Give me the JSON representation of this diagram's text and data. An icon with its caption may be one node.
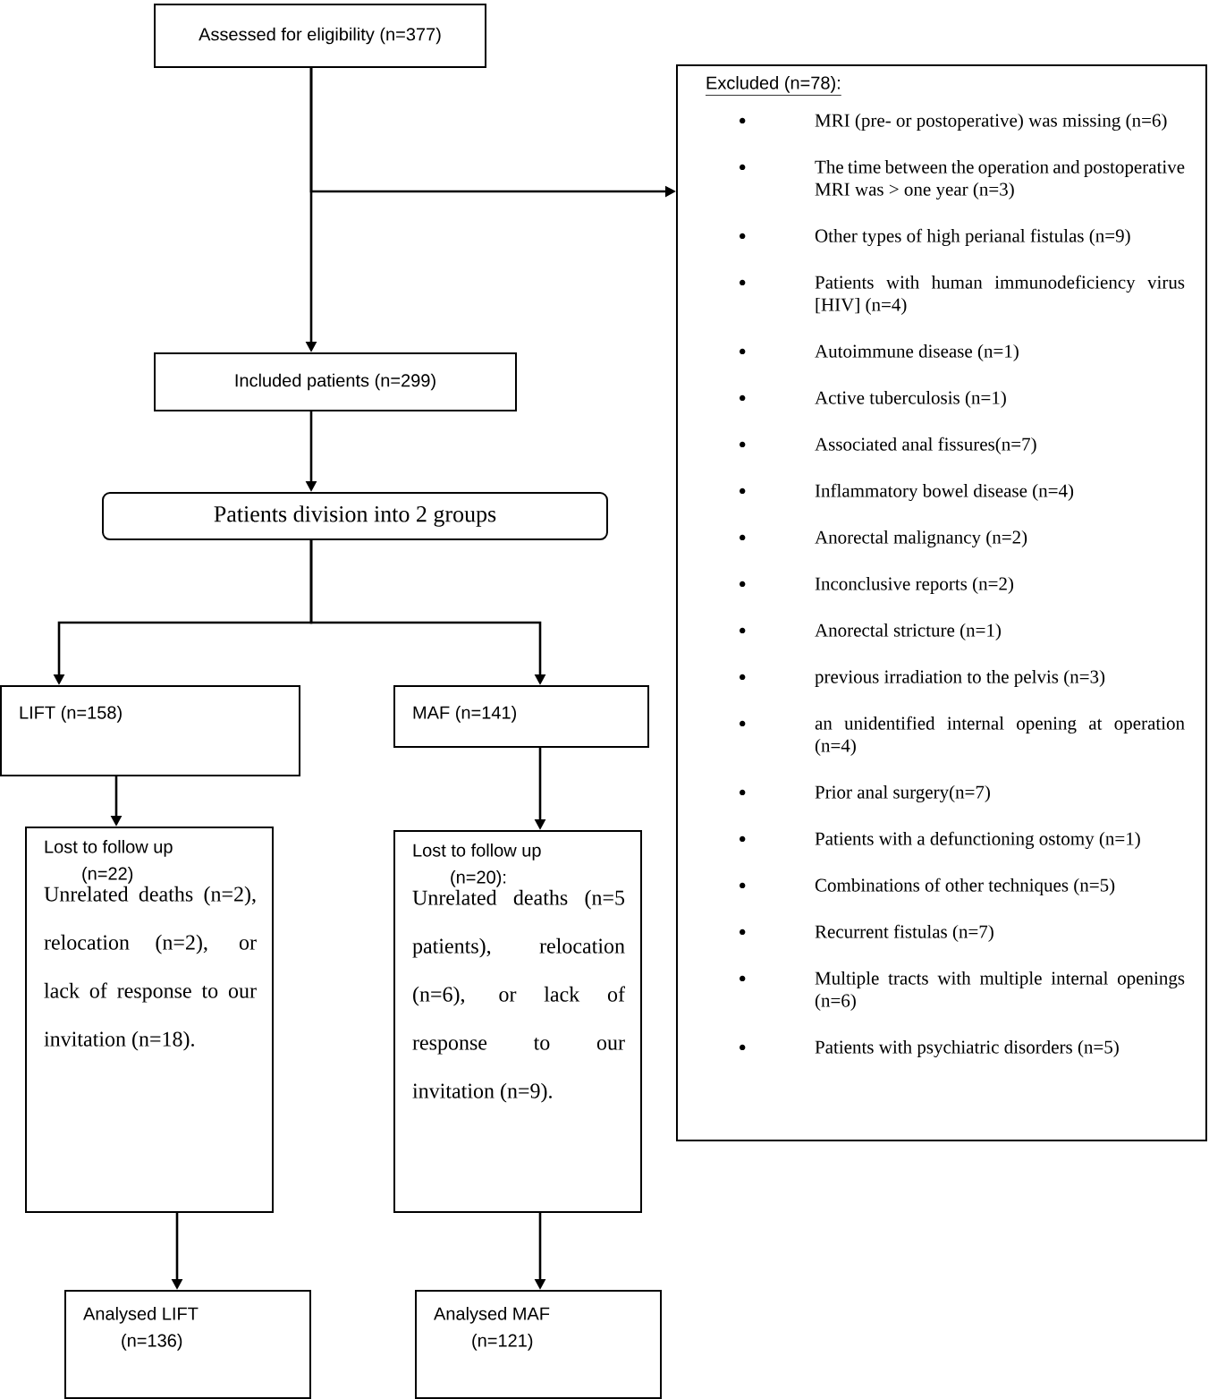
{
  "diagram": {
    "nodes": [
      {
        "text": [
          "Assessed for eligibility (n=377)"
        ]
      },
      {
        "text": [
          "Excluded (n=78):",
          "MRI (pre- or postoperative) was missing (n=6)",
          "The time between the operation and postoperative MRI was > one year (n=3)",
          "Other types of high perianal fistulas (n=9)",
          "Patients with human immunodeficiency virus [HIV] (n=4)",
          "Autoimmune disease (n=1)",
          "Active tuberculosis (n=1)",
          "Associated anal fissures(n=7)",
          "Inflammatory bowel disease (n=4)",
          "Anorectal malignancy (n=2)",
          "Inconclusive reports (n=2)",
          "Anorectal stricture (n=1)",
          "previous irradiation to the pelvis (n=3)",
          "an unidentified internal opening at operation (n=4)",
          "Prior anal surgery(n=7)",
          "Patients with a defunctioning ostomy (n=1)",
          "Combinations of other techniques (n=5)",
          "Recurrent fistulas (n=7)",
          "Multiple tracts with multiple internal openings (n=6)",
          "Patients with psychiatric disorders (n=5)"
        ]
      },
      {
        "text": [
          "Included patients (n=299)"
        ]
      },
      {
        "text": [
          "Patients division into 2 groups"
        ]
      },
      {
        "text": [
          "LIFT (n=158)"
        ]
      },
      {
        "text": [
          "MAF (n=141)"
        ]
      },
      {
        "text": [
          "Lost to follow up (n=22)",
          "Unrelated deaths (n=2), relocation (n=2), or lack of response to our invitation (n=18)."
        ]
      },
      {
        "text": [
          "Lost to follow up (n=20):",
          "Unrelated deaths (n=5 patients), relocation (n=6), or lack of response to our invitation (n=9)."
        ]
      },
      {
        "text": [
          "Analysed LIFT (n=136)"
        ]
      },
      {
        "text": [
          "Analysed MAF (n=121)"
        ]
      }
    ],
    "edges": [
      {
        "from": 0,
        "to": 2,
        "arrow": "to"
      },
      {
        "from": 0,
        "to": 1,
        "arrow": "to"
      },
      {
        "from": 2,
        "to": 3,
        "arrow": "to"
      },
      {
        "from": 3,
        "to": 4,
        "arrow": "to"
      },
      {
        "from": 3,
        "to": 5,
        "arrow": "to"
      },
      {
        "from": 4,
        "to": 6,
        "arrow": "to"
      },
      {
        "from": 5,
        "to": 7,
        "arrow": "to"
      },
      {
        "from": 6,
        "to": 8,
        "arrow": "to"
      },
      {
        "from": 7,
        "to": 9,
        "arrow": "to"
      }
    ]
  }
}
